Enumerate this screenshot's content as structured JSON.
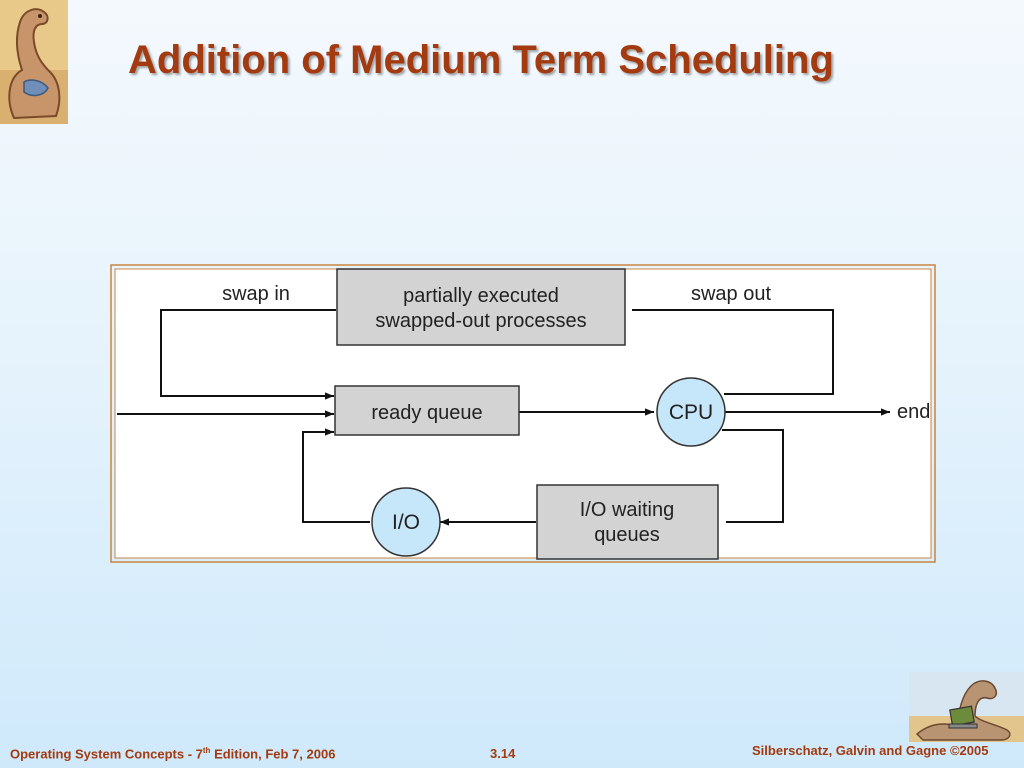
{
  "slide": {
    "title": "Addition of Medium Term Scheduling"
  },
  "diagram": {
    "labels": {
      "swap_in": "swap in",
      "swap_out": "swap out",
      "end": "end"
    },
    "nodes": {
      "partially_executed_line1": "partially executed",
      "partially_executed_line2": "swapped-out processes",
      "ready_queue": "ready queue",
      "cpu": "CPU",
      "io": "I/O",
      "io_waiting_line1": "I/O waiting",
      "io_waiting_line2": "queues"
    },
    "colors": {
      "box_fill": "#d3d3d3",
      "circle_fill": "#c6e6fa",
      "frame_border": "#c8853f",
      "title_color": "#a33a10"
    }
  },
  "footer": {
    "left_prefix": "Operating System Concepts - 7",
    "left_sup": "th",
    "left_suffix": " Edition, Feb 7, 2006",
    "center": "3.14",
    "right": "Silberschatz, Galvin and Gagne ©2005"
  },
  "icons": {
    "top_logo": "dinosaur-logo-icon",
    "bottom_logo": "dinosaur-laptop-icon"
  }
}
